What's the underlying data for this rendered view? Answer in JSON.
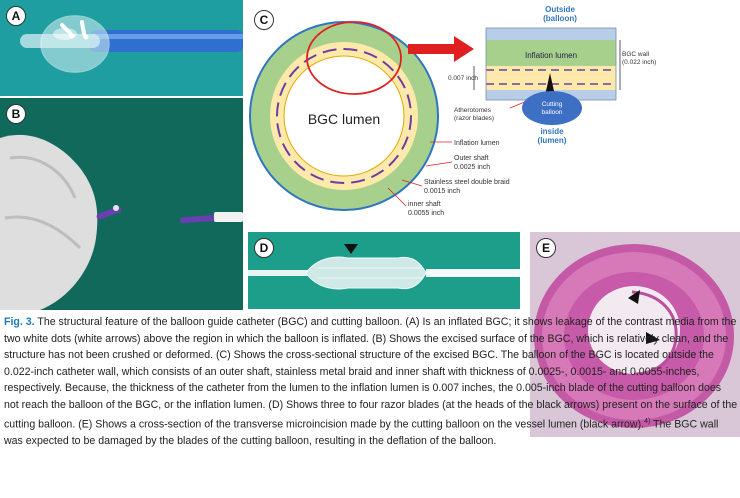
{
  "panels": {
    "a": {
      "letter": "A"
    },
    "b": {
      "letter": "B"
    },
    "c": {
      "letter": "C",
      "lumen_label": "BGC lumen",
      "outside_label": "Outside\n(balloon)",
      "inflation_lumen_box": "Inflation lumen",
      "bgc_wall": "BGC wall\n(0.022 inch)",
      "dim_007": "0.007 inch",
      "atherotomes": "Atherotomes\n(razor blades)",
      "cutting_balloon": "Cutting\nballoon",
      "inside_lumen": "inside\n(lumen)",
      "inflation_lumen": "Inflation lumen",
      "outer_shaft": "Outer shaft\n0.0025 inch",
      "braid": "Stainless steel double braid\n0.0015 inch",
      "inner_shaft": "inner shaft\n0.0055 inch"
    },
    "d": {
      "letter": "D"
    },
    "e": {
      "letter": "E"
    }
  },
  "caption": {
    "fig_label": "Fig. 3.",
    "text": " The structural feature of the balloon guide catheter (BGC) and cutting balloon. (A) Is an inflated BGC; it shows leakage of the contrast media from the two white dots (white arrows) above the region in which the balloon is inflated. (B) Shows the excised surface of the BGC, which is relatively clean, and the structure has not been crushed or deformed. (C) Shows the cross-sectional structure of the excised BGC. The balloon of the BGC is located outside the 0.022-inch catheter wall, which consists of an outer shaft, stainless metal braid and inner shaft with thickness of 0.0025-, 0.0015- and 0.0055-inches, respectively. Because, the thickness of the catheter from the lumen to the inflation lumen is 0.007 inches, the 0.005-inch blade of the cutting balloon does not reach the balloon of the BGC, or the inflation lumen. (D) Shows three to four razor blades (at the heads of the black arrows) present on the surface of the cutting balloon. (E) Shows a cross-section of the transverse microincision made by the cutting balloon on the vessel lumen (black arrow).",
    "ref": "4)",
    "text2": " The BGC wall was expected to be damaged by the blades of the cutting balloon, resulting in the deflation of the balloon."
  },
  "colors": {
    "accent_blue": "#1b78b5",
    "ring_green": "#a8d08d",
    "ring_yellow": "#fde9a9",
    "dash_purple": "#6b3fa0",
    "highlight_red": "#e02020",
    "balloon_blue": "#3d6fc4"
  }
}
